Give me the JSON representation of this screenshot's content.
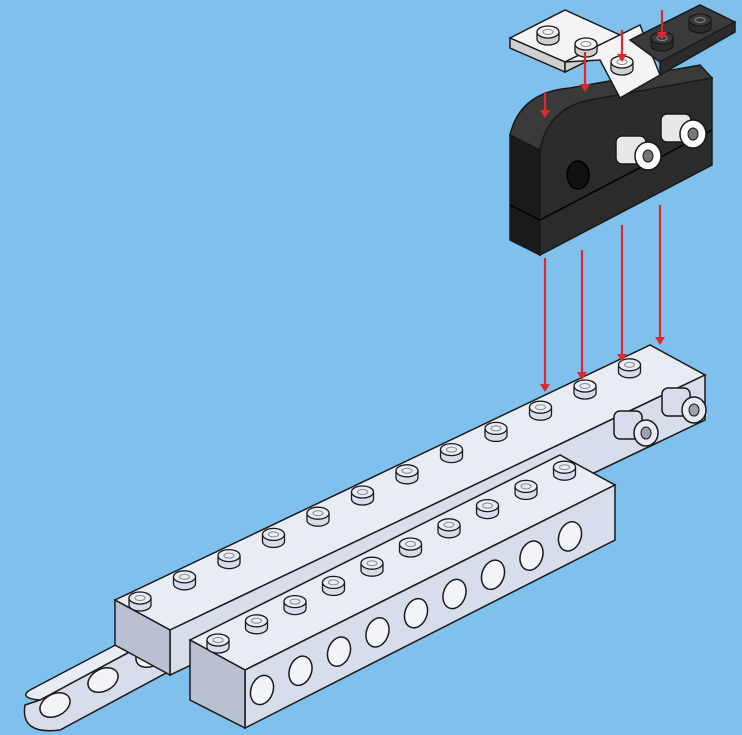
{
  "diagram": {
    "kind": "lego-technic-build-step",
    "background_color": "#7FC0EC",
    "colors": {
      "light_brick": "#D8DDEB",
      "light_brick_side": "#B9C0D2",
      "light_brick_top": "#E8ECF5",
      "dark_brick": "#2B2B2B",
      "dark_brick_side": "#1B1B1B",
      "dark_brick_top": "#3A3A3A",
      "white_plate": "#F4F4F4",
      "outline": "#1A1A1A",
      "arrow": "#E0282B"
    },
    "parts": [
      {
        "name": "white-plate",
        "color": "white",
        "count": 1
      },
      {
        "name": "black-plate",
        "color": "black",
        "count": 1
      },
      {
        "name": "black-curved-brick-with-pins",
        "color": "black",
        "count": 1
      },
      {
        "name": "gray-technic-beam-long",
        "color": "light-bluish-gray",
        "count": 1
      },
      {
        "name": "gray-technic-beam-short",
        "color": "light-bluish-gray",
        "count": 1
      },
      {
        "name": "gray-technic-liftarm",
        "color": "light-bluish-gray",
        "count": 1
      }
    ],
    "arrows": {
      "count": 8,
      "meaning": "attach-down"
    }
  }
}
